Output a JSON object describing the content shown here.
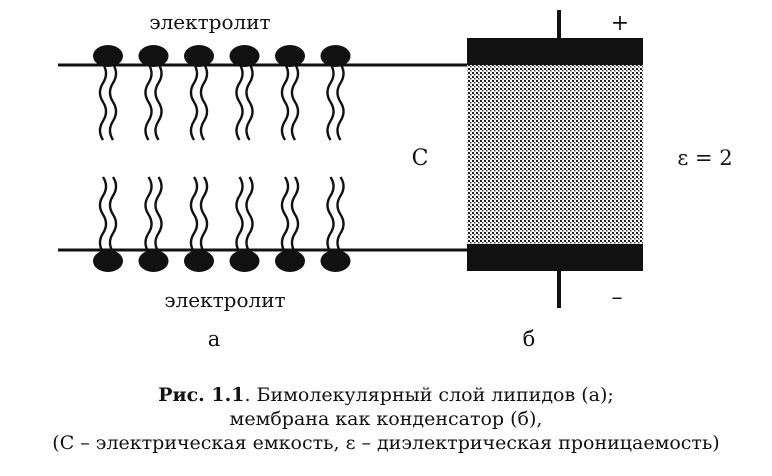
{
  "diagram": {
    "label_top": "электролит",
    "label_bottom": "электролит",
    "label_a": "а",
    "label_b": "б",
    "label_c": "С",
    "epsilon": "ε = 2",
    "plus": "+",
    "minus": "–",
    "lipid_count": 6
  },
  "caption": {
    "figure_ref": "Рис. 1.1",
    "line1_rest": ". Бимолекулярный слой липидов (а);",
    "line2": "мембрана как конденсатор (б),",
    "line3": "(С – электрическая емкость, ε – диэлектрическая проницаемость)"
  },
  "colors": {
    "ink": "#111111"
  }
}
